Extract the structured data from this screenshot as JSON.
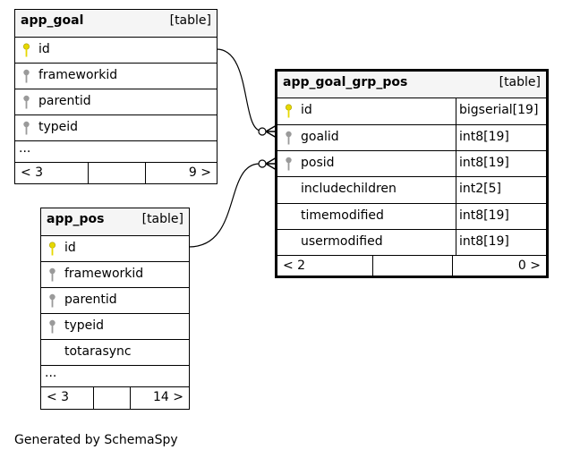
{
  "footer_text": "Generated by SchemaSpy",
  "key_colors": {
    "primary": "#e6d800",
    "foreign": "#9a9a9a"
  },
  "tables": {
    "app_goal": {
      "name": "app_goal",
      "kind": "[table]",
      "columns": [
        "id",
        "frameworkid",
        "parentid",
        "typeid"
      ],
      "more": "...",
      "nav_left": "< 3",
      "nav_right": "9 >"
    },
    "app_pos": {
      "name": "app_pos",
      "kind": "[table]",
      "columns": [
        "id",
        "frameworkid",
        "parentid",
        "typeid",
        "totarasync"
      ],
      "more": "...",
      "nav_left": "< 3",
      "nav_right": "14 >"
    },
    "app_goal_grp_pos": {
      "name": "app_goal_grp_pos",
      "kind": "[table]",
      "columns": [
        {
          "name": "id",
          "type": "bigserial[19]"
        },
        {
          "name": "goalid",
          "type": "int8[19]"
        },
        {
          "name": "posid",
          "type": "int8[19]"
        },
        {
          "name": "includechildren",
          "type": "int2[5]"
        },
        {
          "name": "timemodified",
          "type": "int8[19]"
        },
        {
          "name": "usermodified",
          "type": "int8[19]"
        }
      ],
      "nav_left": "< 2",
      "nav_right": "0 >"
    }
  }
}
